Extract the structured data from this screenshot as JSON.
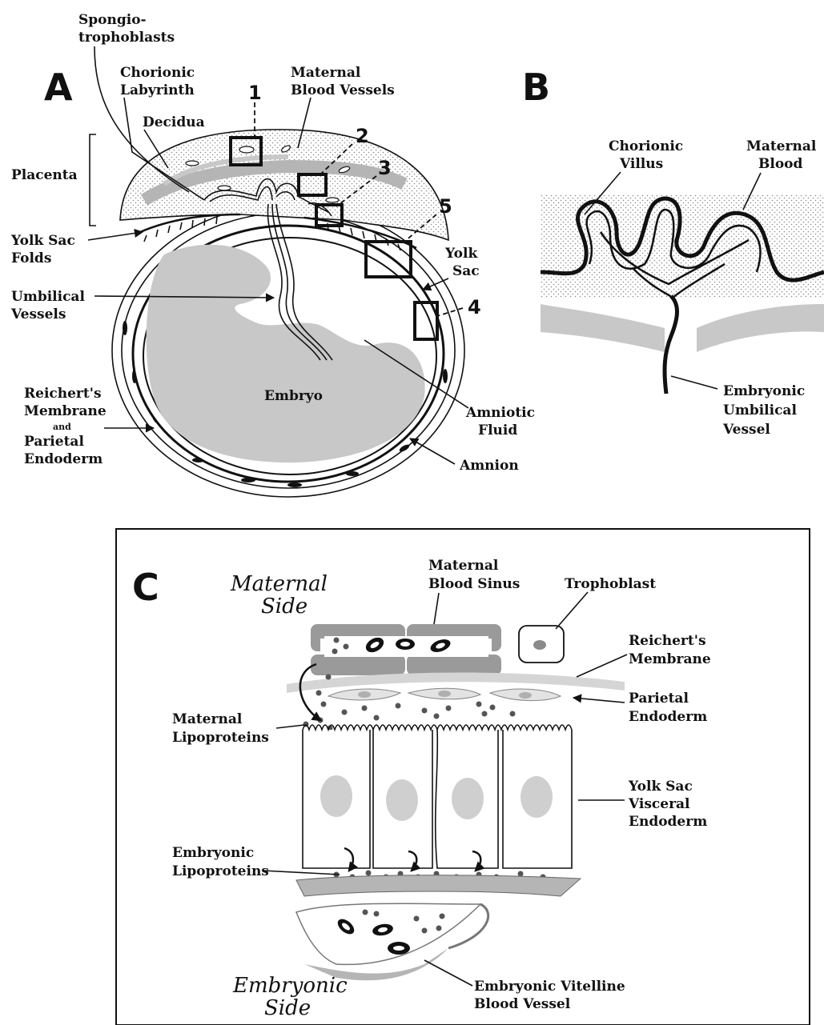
{
  "panel_a": {
    "letter": "A",
    "labels": {
      "spongio_1": "Spongio-",
      "spongio_2": "trophoblasts",
      "chorionic_1": "Chorionic",
      "chorionic_2": "Labyrinth",
      "decidua": "Decidua",
      "maternal_vessels_1": "Maternal",
      "maternal_vessels_2": "Blood Vessels",
      "placenta": "Placenta",
      "yolk_folds_1": "Yolk Sac",
      "yolk_folds_2": "Folds",
      "umbilical_1": "Umbilical",
      "umbilical_2": "Vessels",
      "reicherts_1": "Reichert's",
      "reicherts_2": "Membrane",
      "reicherts_and": "and",
      "reicherts_3": "Parietal",
      "reicherts_4": "Endoderm",
      "embryo": "Embryo",
      "yolk_sac_1": "Yolk",
      "yolk_sac_2": "Sac",
      "amniotic_1": "Amniotic",
      "amniotic_2": "Fluid",
      "amnion": "Amnion"
    },
    "numbers": [
      "1",
      "2",
      "3",
      "4",
      "5"
    ]
  },
  "panel_b": {
    "letter": "B",
    "labels": {
      "villus_1": "Chorionic",
      "villus_2": "Villus",
      "blood_1": "Maternal",
      "blood_2": "Blood",
      "vessel_1": "Embryonic",
      "vessel_2": "Umbilical",
      "vessel_3": "Vessel"
    }
  },
  "panel_c": {
    "letter": "C",
    "labels": {
      "maternal_side_1": "Maternal",
      "maternal_side_2": "Side",
      "sinus_1": "Maternal",
      "sinus_2": "Blood Sinus",
      "trophoblast": "Trophoblast",
      "reicherts_1": "Reichert's",
      "reicherts_2": "Membrane",
      "parietal_1": "Parietal",
      "parietal_2": "Endoderm",
      "mat_lipo_1": "Maternal",
      "mat_lipo_2": "Lipoproteins",
      "visceral_1": "Yolk Sac",
      "visceral_2": "Visceral",
      "visceral_3": "Endoderm",
      "emb_lipo_1": "Embryonic",
      "emb_lipo_2": "Lipoproteins",
      "vitelline_1": "Embryonic Vitelline",
      "vitelline_2": "Blood Vessel",
      "embryonic_side_1": "Embryonic",
      "embryonic_side_2": "Side"
    }
  },
  "colors": {
    "tissue_gray": "#c8c8c8",
    "dark_gray": "#8a8a8a",
    "dot": "#555555",
    "stipple": "#9a9a9a"
  }
}
